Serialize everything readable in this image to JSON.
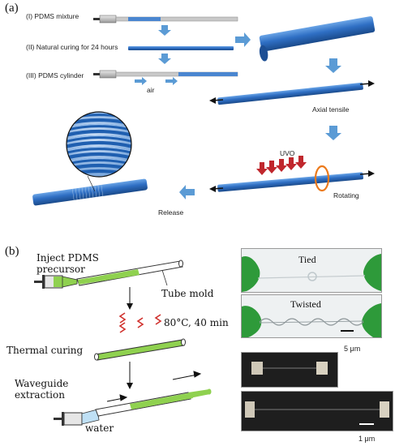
{
  "panel_a": {
    "label": "(a)",
    "steps": [
      "(I) PDMS mixture",
      "(II) Natural curing for 24 hours",
      "(III) PDMS cylinder"
    ],
    "air_label": "air",
    "axial_label": "Axial tensile",
    "uvo_label": "UVO",
    "rotating_label": "Rotating",
    "release_label": "Release"
  },
  "panel_b": {
    "label": "(b)",
    "inject_label_1": "Inject PDMS",
    "inject_label_2": "precursor",
    "tube_mold_label": "Tube mold",
    "heat_label": "80°C, 40 min",
    "thermal_label": "Thermal curing",
    "extraction_label_1": "Waveguide",
    "extraction_label_2": "extraction",
    "water_label": "water",
    "photo_tied": "Tied",
    "photo_twisted": "Twisted",
    "scale_1": "5 μm",
    "scale_2": "1 μm"
  },
  "colors": {
    "tube_blue": "#2f6fc4",
    "arrow_blue": "#5b9bd5",
    "uvo_red": "#c0272d",
    "ring_orange": "#ec7a1c",
    "gel_green": "#8fd14f",
    "glove_green": "#2e9a3a"
  }
}
